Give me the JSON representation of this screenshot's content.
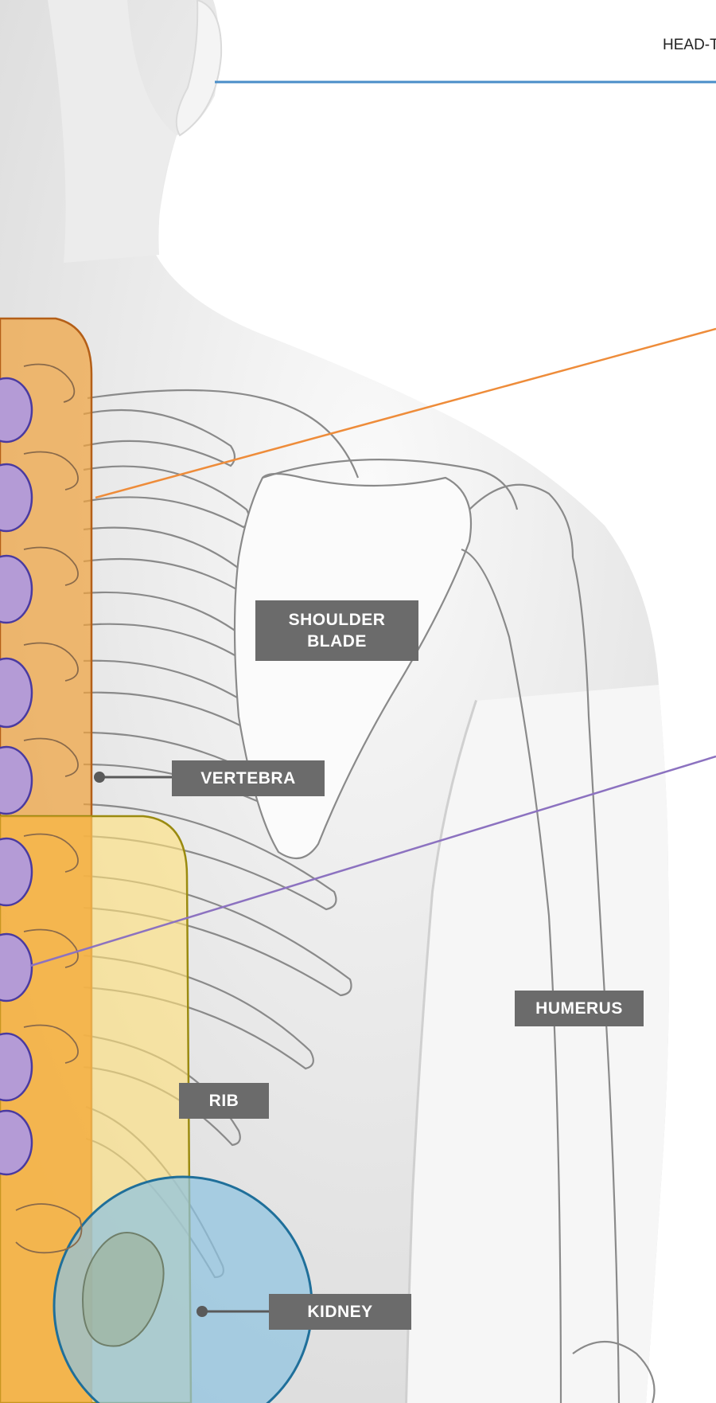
{
  "header": {
    "text": "HEAD-T"
  },
  "labels": {
    "shoulder_blade_line1": "SHOULDER",
    "shoulder_blade_line2": "BLADE",
    "vertebra": "VERTEBRA",
    "humerus": "HUMERUS",
    "rib": "RIB",
    "kidney": "KIDNEY"
  },
  "colors": {
    "label_bg": "#6b6b6b",
    "spine_band": "#f0a440",
    "lower_band": "#ffe07a",
    "kidney_zone": "#8fc3e0",
    "vertebra_disc": "#b49bd6",
    "pointer_blue": "#4a8ec8",
    "pointer_orange": "#ee8c3a",
    "pointer_purple": "#8c72c0"
  }
}
